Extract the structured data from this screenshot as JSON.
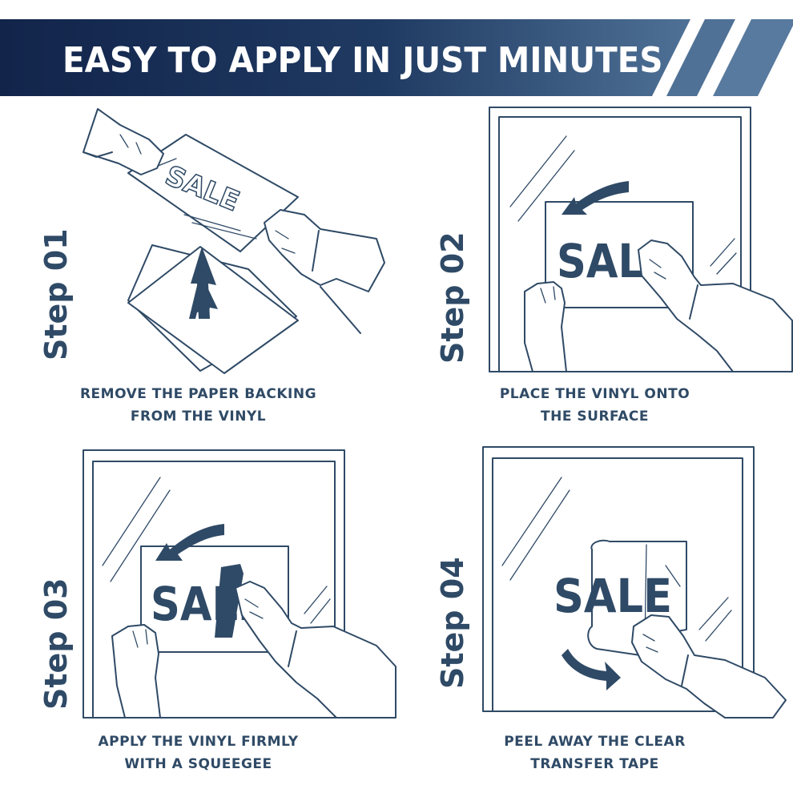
{
  "banner": {
    "title": "EASY TO APPLY IN JUST MINUTES",
    "colors": {
      "dark": "#12244a",
      "light": "#4f7196"
    }
  },
  "sale_word": "SALE",
  "steps": [
    {
      "label": "Step 01",
      "caption": [
        "REMOVE THE PAPER BACKING",
        "FROM THE VINYL"
      ]
    },
    {
      "label": "Step 02",
      "caption": [
        "PLACE THE VINYL ONTO",
        "THE SURFACE"
      ]
    },
    {
      "label": "Step 03",
      "caption": [
        "APPLY THE VINYL FIRMLY",
        "WITH A SQUEEGEE"
      ]
    },
    {
      "label": "Step 04",
      "caption": [
        "PEEL AWAY THE CLEAR",
        "TRANSFER TAPE"
      ]
    }
  ],
  "accent_color": "#2f4a66"
}
